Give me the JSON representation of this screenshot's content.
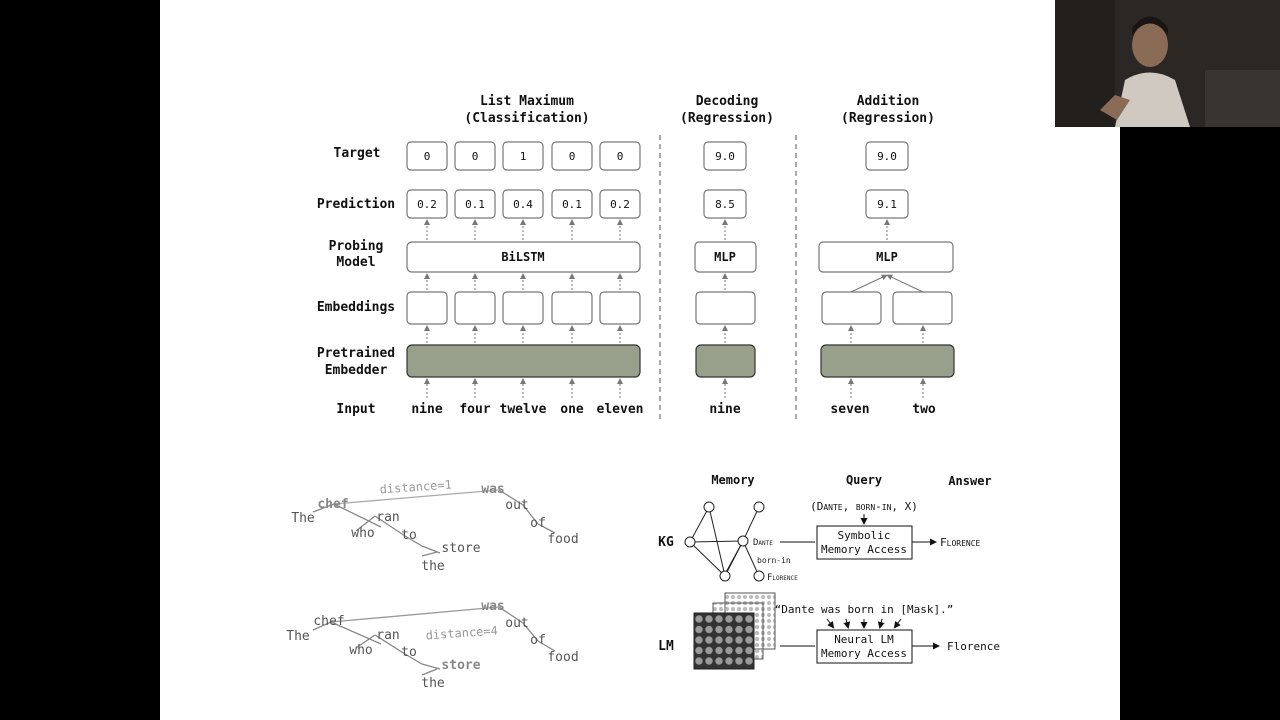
{
  "probing": {
    "headers": {
      "list_max": [
        "List Maximum",
        "(Classification)"
      ],
      "decoding": [
        "Decoding",
        "(Regression)"
      ],
      "addition": [
        "Addition",
        "(Regression)"
      ]
    },
    "row_labels": {
      "target": "Target",
      "prediction": "Prediction",
      "probing_model": [
        "Probing",
        "Model"
      ],
      "embeddings": "Embeddings",
      "pretrained_embedder": [
        "Pretrained",
        "Embedder"
      ],
      "input": "Input"
    },
    "list_max": {
      "targets": [
        "0",
        "0",
        "1",
        "0",
        "0"
      ],
      "predictions": [
        "0.2",
        "0.1",
        "0.4",
        "0.1",
        "0.2"
      ],
      "model": "BiLSTM",
      "inputs": [
        "nine",
        "four",
        "twelve",
        "one",
        "eleven"
      ]
    },
    "decoding": {
      "target": "9.0",
      "prediction": "8.5",
      "model": "MLP",
      "input": "nine"
    },
    "addition": {
      "target": "9.0",
      "prediction": "9.1",
      "model": "MLP",
      "inputs": [
        "seven",
        "two"
      ]
    }
  },
  "parse_trees": {
    "top": {
      "words": [
        "The",
        "chef",
        "who",
        "ran",
        "to",
        "the",
        "store",
        "was",
        "out",
        "of",
        "food"
      ],
      "distance_label": "distance=1"
    },
    "bottom": {
      "words": [
        "The",
        "chef",
        "who",
        "ran",
        "to",
        "the",
        "store",
        "was",
        "out",
        "of",
        "food"
      ],
      "distance_label": "distance=4"
    }
  },
  "kg_lm": {
    "headers": {
      "memory": "Memory",
      "query": "Query",
      "answer": "Answer"
    },
    "kg": {
      "label": "KG",
      "node_dante": "Dante",
      "edge_born_in": "born-in",
      "node_florence": "Florence",
      "query": "(Dante, born-in, X)",
      "box": [
        "Symbolic",
        "Memory Access"
      ],
      "answer": "Florence"
    },
    "lm": {
      "label": "LM",
      "query": "“Dante was born in [Mask].”",
      "box": [
        "Neural LM",
        "Memory Access"
      ],
      "answer": "Florence"
    }
  },
  "colors": {
    "embedder_fill": "#98a08c",
    "text_dark": "#111111",
    "tree_gray": "#8a8a8a",
    "slide_bg": "#ffffff",
    "frame_bg": "#000000"
  }
}
